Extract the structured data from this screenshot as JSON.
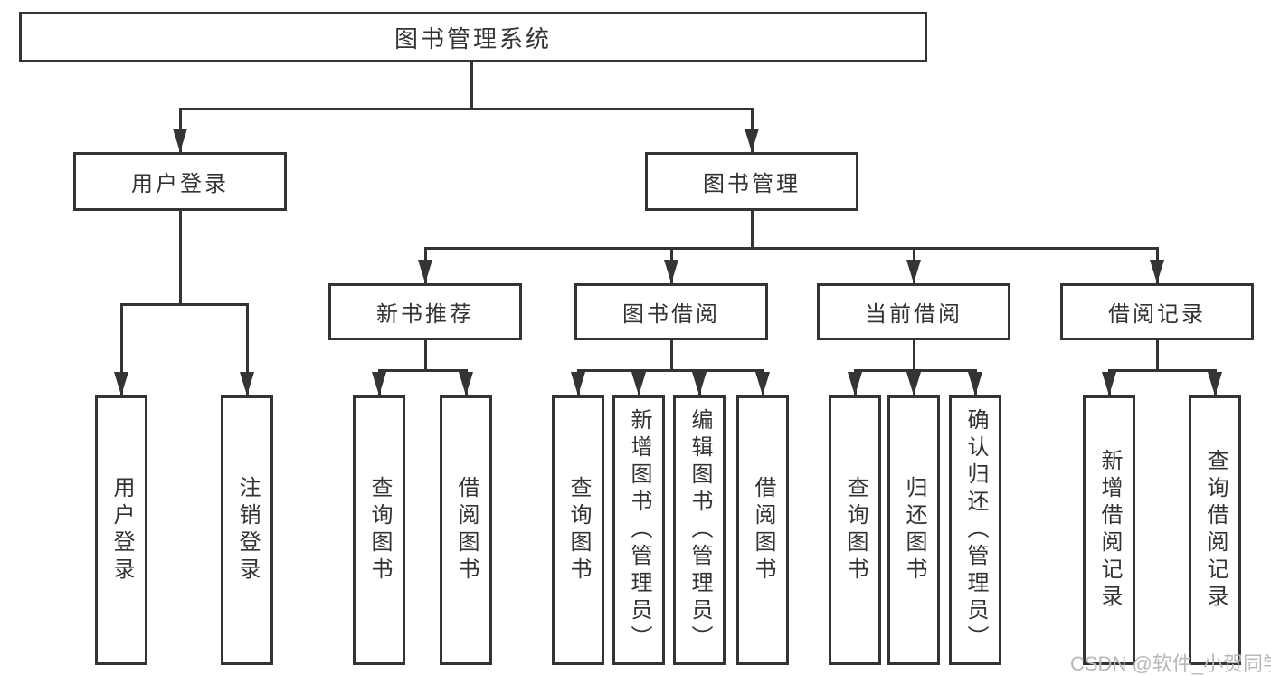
{
  "diagram": {
    "root": {
      "label": "图书管理系统"
    },
    "user_login": {
      "label": "用户登录",
      "children": [
        {
          "label": "用户登录"
        },
        {
          "label": "注销登录"
        }
      ]
    },
    "book_mgmt": {
      "label": "图书管理",
      "sections": [
        {
          "label": "新书推荐",
          "children": [
            {
              "label": "查询图书"
            },
            {
              "label": "借阅图书"
            }
          ]
        },
        {
          "label": "图书借阅",
          "children": [
            {
              "label": "查询图书"
            },
            {
              "label": "新增图书（管理员）"
            },
            {
              "label": "编辑图书（管理员）"
            },
            {
              "label": "借阅图书"
            }
          ]
        },
        {
          "label": "当前借阅",
          "children": [
            {
              "label": "查询图书"
            },
            {
              "label": "归还图书"
            },
            {
              "label": "确认归还（管理员）"
            }
          ]
        },
        {
          "label": "借阅记录",
          "children": [
            {
              "label": "新增借阅记录"
            },
            {
              "label": "查询借阅记录"
            }
          ]
        }
      ]
    }
  },
  "watermark": {
    "text": "CSDN @软件_小贺同学"
  },
  "colors": {
    "line": "#343434",
    "box_background": "#ffffff",
    "text": "#333333",
    "watermark": "#b9b9b9"
  }
}
